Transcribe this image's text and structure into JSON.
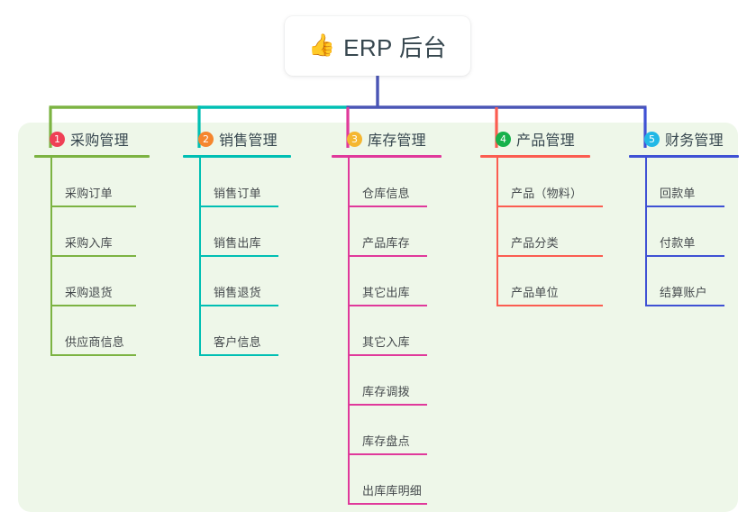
{
  "root": {
    "icon": "thumbs-up-icon",
    "emoji": "👍",
    "title": "ERP 后台"
  },
  "theme": {
    "panel_bg": "#eef7e9",
    "page_bg": "#ffffff",
    "root_stem": "#4a55b5",
    "text": "#37474f"
  },
  "columns": [
    {
      "number": "1",
      "title": "采购管理",
      "badge_color": "#ef4056",
      "accent": "#7cb342",
      "items": [
        {
          "label": "采购订单"
        },
        {
          "label": "采购入库"
        },
        {
          "label": "采购退货"
        },
        {
          "label": "供应商信息"
        }
      ]
    },
    {
      "number": "2",
      "title": "销售管理",
      "badge_color": "#f5862e",
      "accent": "#00bfb3",
      "items": [
        {
          "label": "销售订单"
        },
        {
          "label": "销售出库"
        },
        {
          "label": "销售退货"
        },
        {
          "label": "客户信息"
        }
      ]
    },
    {
      "number": "3",
      "title": "库存管理",
      "badge_color": "#f5b731",
      "accent": "#e0399b",
      "items": [
        {
          "label": "仓库信息"
        },
        {
          "label": "产品库存"
        },
        {
          "label": "其它出库"
        },
        {
          "label": "其它入库"
        },
        {
          "label": "库存调拨"
        },
        {
          "label": "库存盘点"
        },
        {
          "label": "出库库明细"
        }
      ]
    },
    {
      "number": "4",
      "title": "产品管理",
      "badge_color": "#16b14b",
      "accent": "#fb5d51",
      "items": [
        {
          "label": "产品（物料）"
        },
        {
          "label": "产品分类"
        },
        {
          "label": "产品单位"
        }
      ]
    },
    {
      "number": "5",
      "title": "财务管理",
      "badge_color": "#22b8e6",
      "accent": "#3f51d4",
      "items": [
        {
          "label": "回款单"
        },
        {
          "label": "付款单"
        },
        {
          "label": "结算账户"
        }
      ]
    }
  ]
}
